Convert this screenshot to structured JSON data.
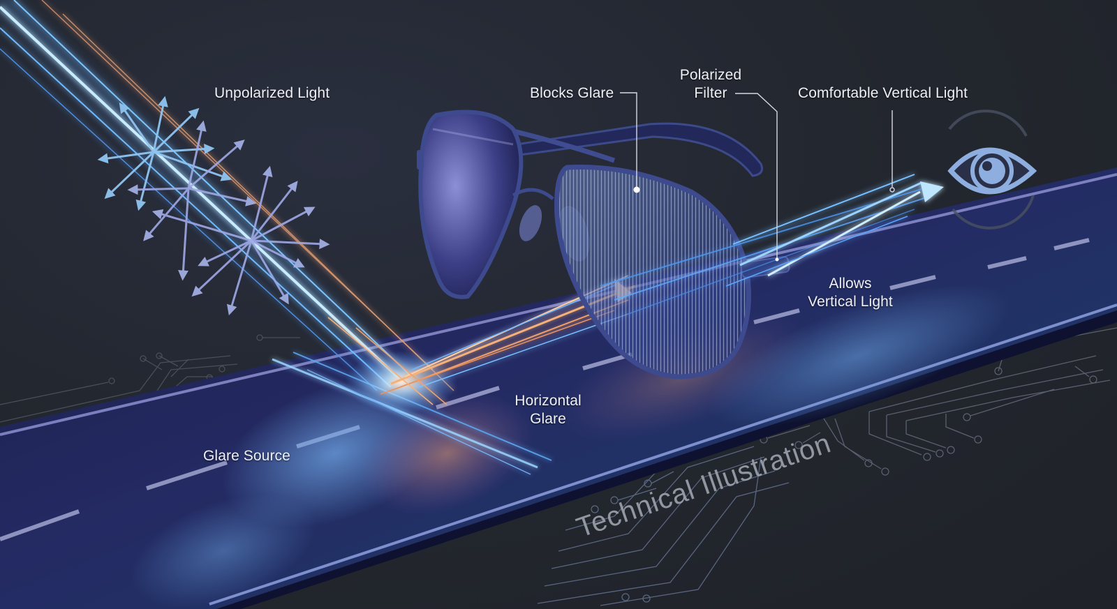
{
  "diagram": {
    "title": "Technical Illustration",
    "subject": "How polarized sunglasses block horizontal glare",
    "labels": {
      "unpolarized_light": "Unpolarized Light",
      "blocks_glare": "Blocks Glare",
      "polarized_filter_line1": "Polarized",
      "polarized_filter_line2": "Filter",
      "comfortable_vertical_light": "Comfortable Vertical Light",
      "allows_line1": "Allows",
      "allows_line2": "Vertical Light",
      "horizontal_glare_line1": "Horizontal",
      "horizontal_glare_line2": "Glare",
      "glare_source": "Glare Source"
    },
    "icons": [
      "unpolarized-arrows-icon",
      "sunglasses-icon",
      "eye-icon",
      "road-icon",
      "circuit-trace-icon"
    ],
    "colors": {
      "background": "#23272f",
      "road": "#1c2248",
      "road_edge": "#8a8fc8",
      "light_blue": "#6fc6ff",
      "glare_orange": "#f3a46a",
      "arrow_lavender": "#9aa6e0",
      "frame": "#3d4a8a",
      "eye": "#8eaee0",
      "text": "#eef0f5"
    }
  }
}
